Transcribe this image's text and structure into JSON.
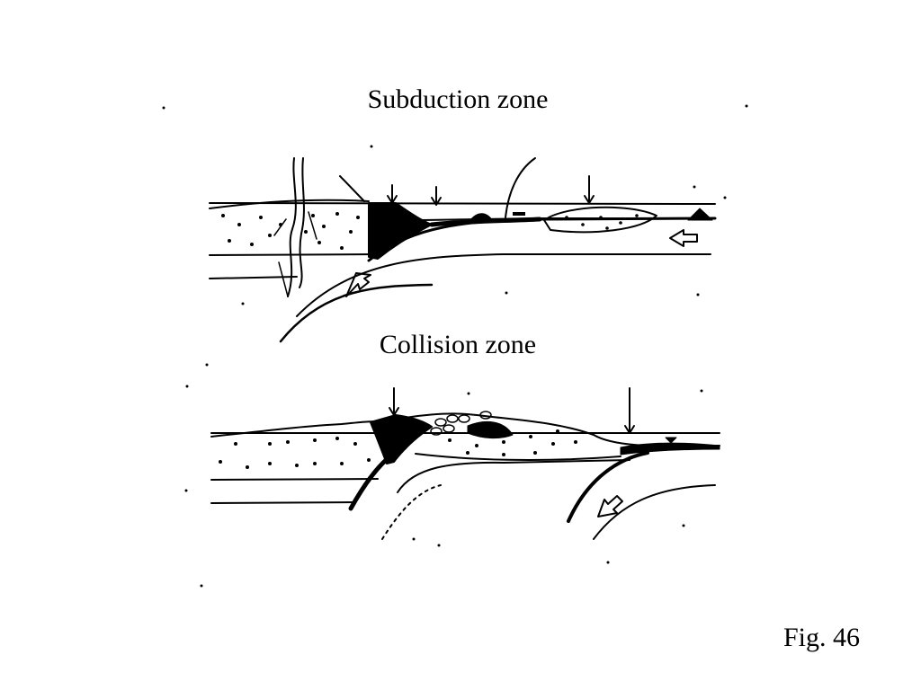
{
  "slide": {
    "top_title": "Subduction zone",
    "bottom_title": "Collision zone",
    "figure_label": "Fig. 46"
  },
  "colors": {
    "ink": "#000000",
    "background": "#ffffff"
  }
}
